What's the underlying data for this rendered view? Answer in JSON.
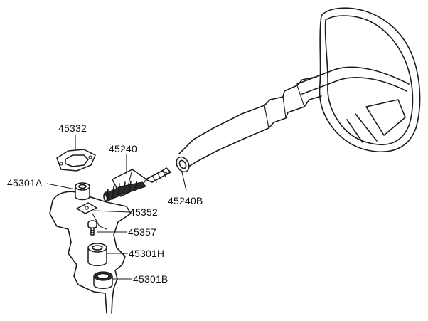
{
  "labels": {
    "p45332": "45332",
    "p45240": "45240",
    "p45301A": "45301A",
    "p45240B": "45240B",
    "p45352": "45352",
    "p45357": "45357",
    "p45301H": "45301H",
    "p45301B": "45301B"
  },
  "colors": {
    "ink": "#1a1a1a",
    "background": "#ffffff"
  }
}
